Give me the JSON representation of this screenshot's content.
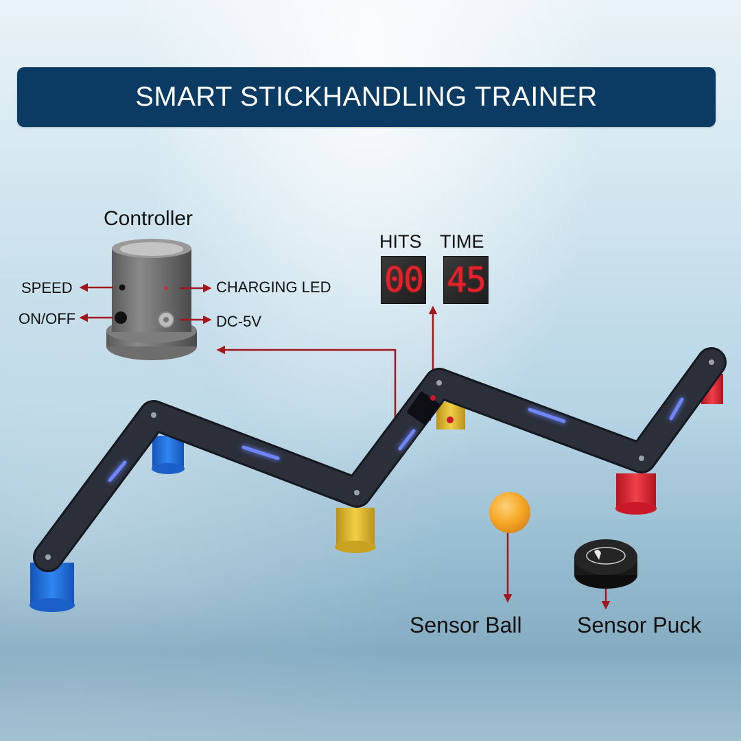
{
  "banner": {
    "title": "SMART STICKHANDLING TRAINER"
  },
  "controller": {
    "title": "Controller",
    "callouts": {
      "speed": "SPEED",
      "on_off": "ON/OFF",
      "charging_led": "CHARGING LED",
      "dc": "DC-5V"
    }
  },
  "display": {
    "hits_label": "HITS",
    "hits_value": "00",
    "time_label": "TIME",
    "time_value": "45"
  },
  "accessories": {
    "ball_label": "Sensor Ball",
    "puck_label": "Sensor Puck"
  },
  "colors": {
    "banner": "#0b3a63",
    "arrow": "#a3161c",
    "led_blue": "#3a4dff",
    "digit_red": "#e8202a",
    "leg_blue": "#1e6fd9",
    "leg_yellow": "#e6bd2a",
    "leg_red": "#e0202e",
    "ball_orange": "#f5a623"
  }
}
